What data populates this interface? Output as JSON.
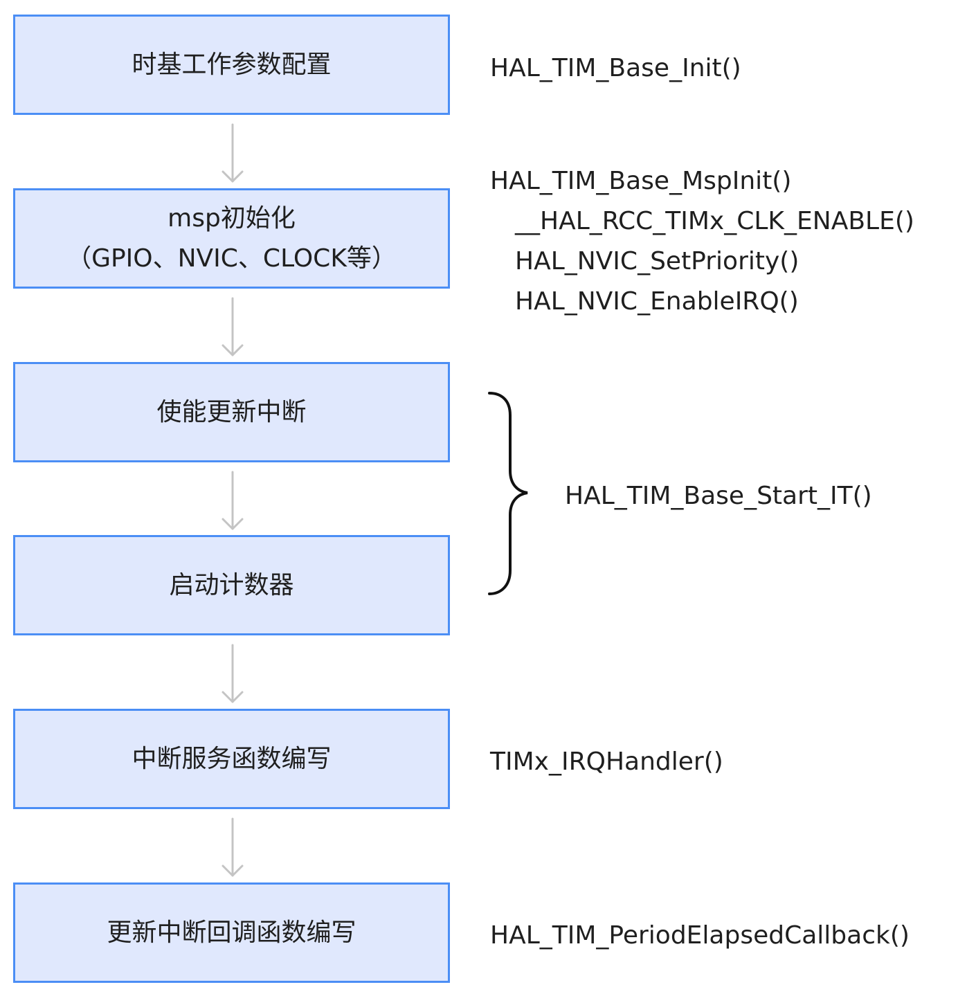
{
  "steps": [
    {
      "line1": "时基工作参数配置",
      "line2": ""
    },
    {
      "line1": "msp初始化",
      "line2": "（GPIO、NVIC、CLOCK等）"
    },
    {
      "line1": "使能更新中断",
      "line2": ""
    },
    {
      "line1": "启动计数器",
      "line2": ""
    },
    {
      "line1": "中断服务函数编写",
      "line2": ""
    },
    {
      "line1": "更新中断回调函数编写",
      "line2": ""
    }
  ],
  "functions": {
    "base_init": "HAL_TIM_Base_Init()",
    "msp_init": {
      "main": "HAL_TIM_Base_MspInit()",
      "calls": [
        "__HAL_RCC_TIMx_CLK_ENABLE()",
        "HAL_NVIC_SetPriority()",
        "HAL_NVIC_EnableIRQ()"
      ]
    },
    "start_it": "HAL_TIM_Base_Start_IT()",
    "irq_handler": "TIMx_IRQHandler()",
    "period_callback": "HAL_TIM_PeriodElapsedCallback()"
  },
  "colors": {
    "box_fill": "#e0e8fd",
    "box_border": "#4b8ef5",
    "arrow": "#c4c4c4",
    "brace": "#111111",
    "text": "#1f1f1f"
  }
}
